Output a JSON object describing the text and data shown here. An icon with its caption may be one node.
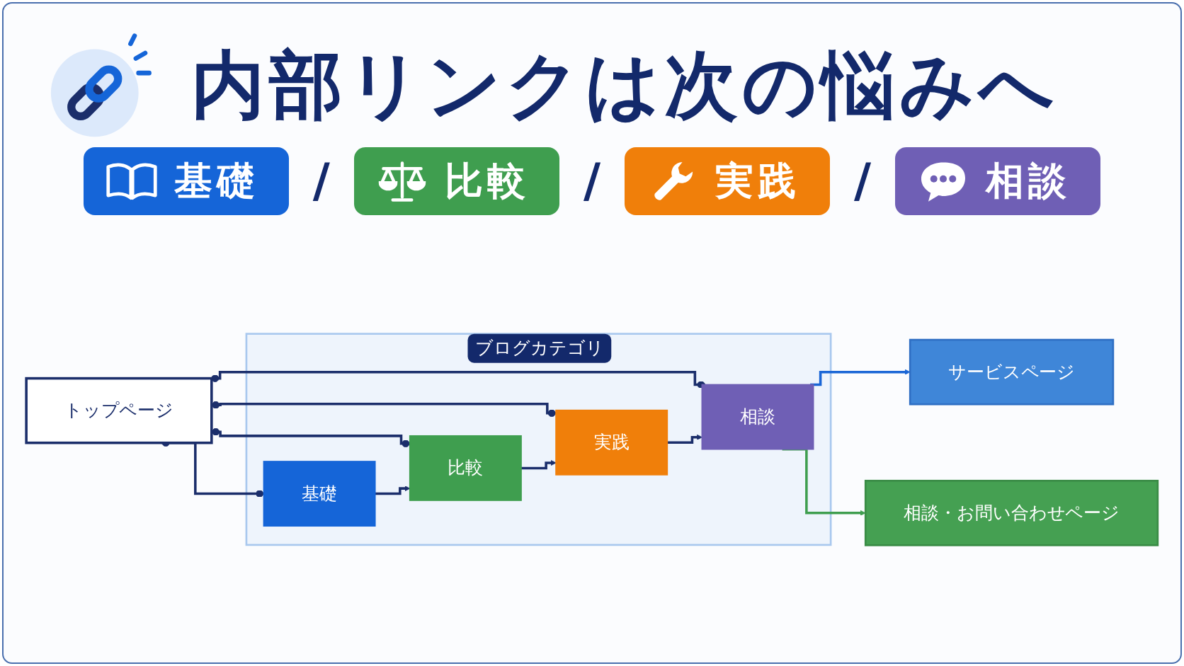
{
  "diagram": {
    "title": "内部リンクは次の悩みへ",
    "nodes": [
      {
        "text": [
          "トップページ"
        ]
      },
      {
        "text": [
          "ブログカテゴリ"
        ]
      },
      {
        "text": [
          "基礎"
        ],
        "in": 1
      },
      {
        "text": [
          "比較"
        ],
        "in": 1
      },
      {
        "text": [
          "実践"
        ],
        "in": 1
      },
      {
        "text": [
          "相談"
        ],
        "in": 1
      },
      {
        "text": [
          "サービスページ"
        ]
      },
      {
        "text": [
          "相談・お問い合わせページ"
        ]
      }
    ],
    "edges": [
      {
        "from": 0,
        "to": 2,
        "arrow": "other"
      },
      {
        "from": 0,
        "to": 3,
        "arrow": "other"
      },
      {
        "from": 0,
        "to": 4,
        "arrow": "other"
      },
      {
        "from": 0,
        "to": 5,
        "arrow": "other"
      },
      {
        "from": 2,
        "to": 3,
        "arrow": "to"
      },
      {
        "from": 3,
        "to": 4,
        "arrow": "to"
      },
      {
        "from": 4,
        "to": 5,
        "arrow": "to"
      },
      {
        "from": 5,
        "to": 6,
        "arrow": "to",
        "color": "#1a66d6"
      },
      {
        "from": 5,
        "to": 7,
        "arrow": "to",
        "color": "#3f9e4f"
      }
    ],
    "labels": [
      "基礎",
      "/",
      "比較",
      "/",
      "実践",
      "/",
      "相談"
    ]
  }
}
